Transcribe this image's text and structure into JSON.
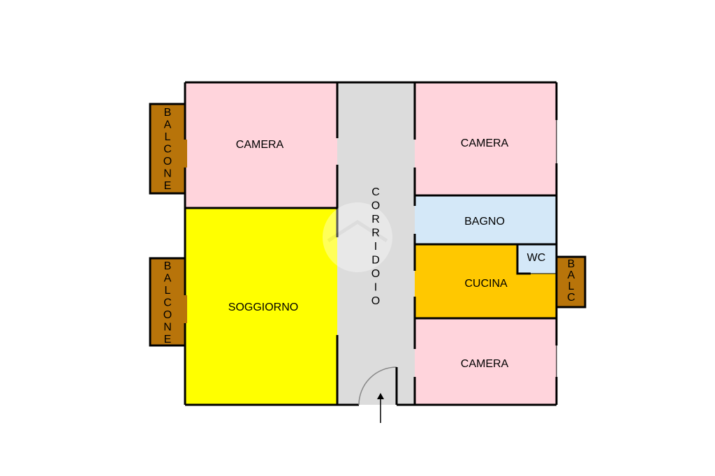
{
  "rooms": {
    "camera_top_left": "CAMERA",
    "camera_top_right": "CAMERA",
    "camera_bottom_right": "CAMERA",
    "soggiorno": "SOGGIORNO",
    "bagno": "BAGNO",
    "cucina": "CUCINA",
    "wc": "WC",
    "corridoio": "CORRIDOIO",
    "balcone_top_left": "BALCONE",
    "balcone_bottom_left": "BALCONE",
    "balcone_right": "BALC"
  },
  "colors": {
    "camera": "#ffd4dc",
    "soggiorno": "#ffff00",
    "corridoio": "#dcdcdc",
    "bagno": "#d4e8f8",
    "cucina": "#ffc800",
    "balcone": "#b8740a",
    "wall": "#000000"
  },
  "icons": {
    "entrance": "arrow-up-icon",
    "watermark": "house-watermark-icon"
  }
}
